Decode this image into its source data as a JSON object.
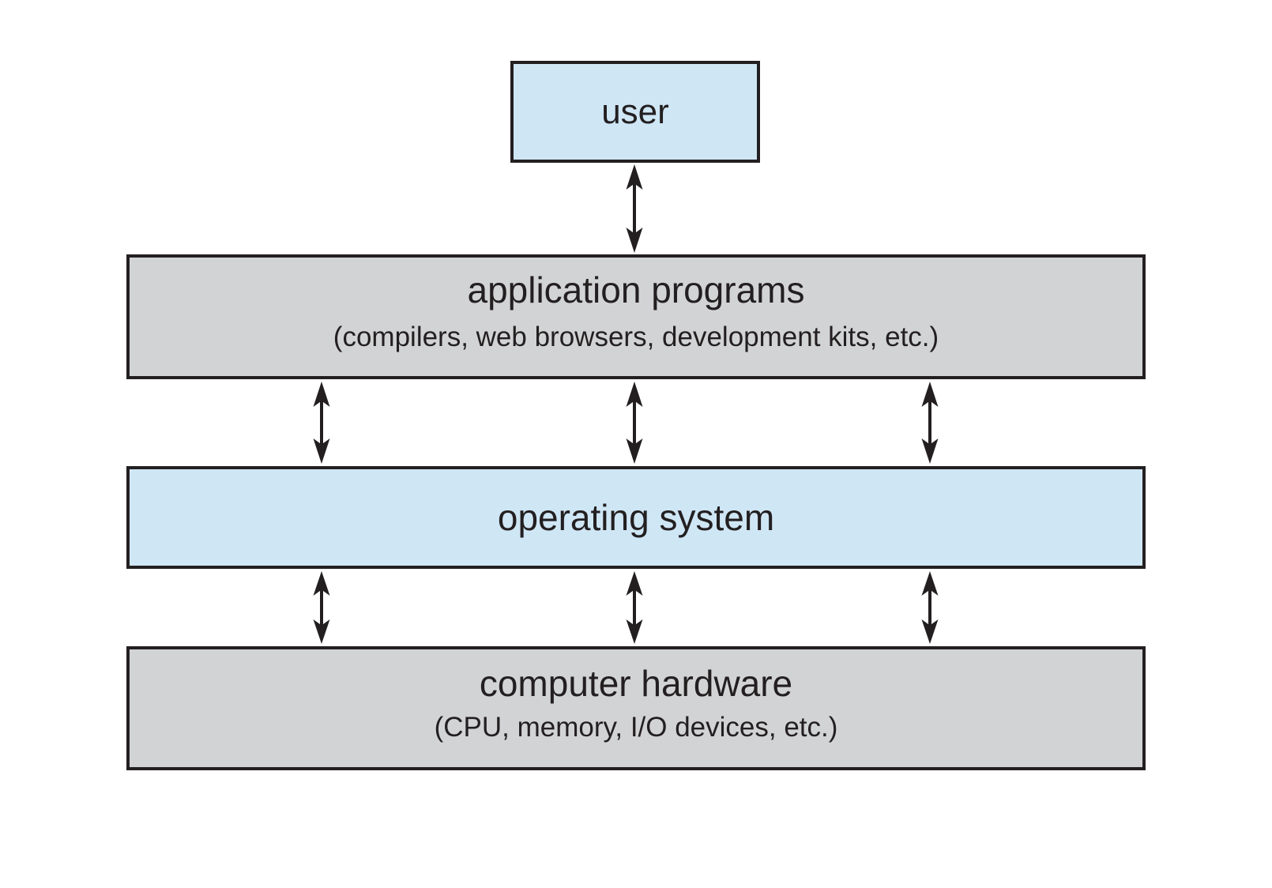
{
  "diagram": {
    "description": "Layered view of computer system components",
    "layers": [
      {
        "id": "user",
        "title": "user",
        "fill": "#cfe6f5"
      },
      {
        "id": "application-programs",
        "title": "application programs",
        "subtitle": "(compilers, web browsers, development kits, etc.)",
        "fill": "#d2d3d4"
      },
      {
        "id": "operating-system",
        "title": "operating system",
        "fill": "#cfe6f5"
      },
      {
        "id": "computer-hardware",
        "title": "computer hardware",
        "subtitle": "(CPU, memory, I/O devices, etc.)",
        "fill": "#d2d3d4"
      }
    ],
    "connections": [
      {
        "from": "user",
        "to": "application-programs",
        "style": "double-headed-arrow",
        "count": 1
      },
      {
        "from": "application-programs",
        "to": "operating-system",
        "style": "double-headed-arrow",
        "count": 3
      },
      {
        "from": "operating-system",
        "to": "computer-hardware",
        "style": "double-headed-arrow",
        "count": 3
      }
    ],
    "colors": {
      "box_blue": "#cfe6f5",
      "box_gray": "#d2d3d4",
      "border": "#231f20",
      "arrow": "#231f20",
      "text": "#231f20",
      "background": "#ffffff"
    }
  }
}
